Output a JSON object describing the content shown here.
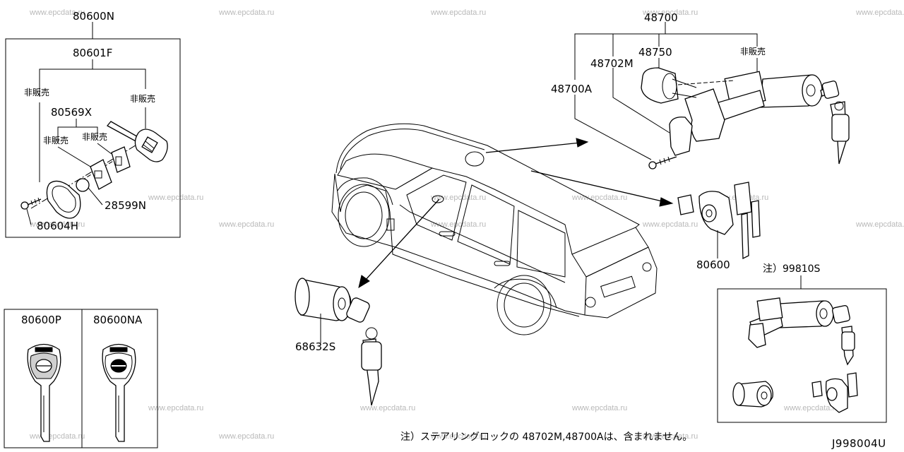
{
  "watermark": "www.epcdata.ru",
  "parts": {
    "p80600N": "80600N",
    "p80601F": "80601F",
    "p80569X": "80569X",
    "p28599N": "28599N",
    "p80604H": "80604H",
    "p80600P": "80600P",
    "p80600NA": "80600NA",
    "p48700": "48700",
    "p48750": "48750",
    "p48702M": "48702M",
    "p48700A": "48700A",
    "p80600": "80600",
    "p99810S": "注）99810S",
    "p68632S": "68632S"
  },
  "not_sold": "非販売",
  "footnote": "注）ステアリングロックの 48702M,48700Aは、含まれません。",
  "diagram_code": "J998004U"
}
